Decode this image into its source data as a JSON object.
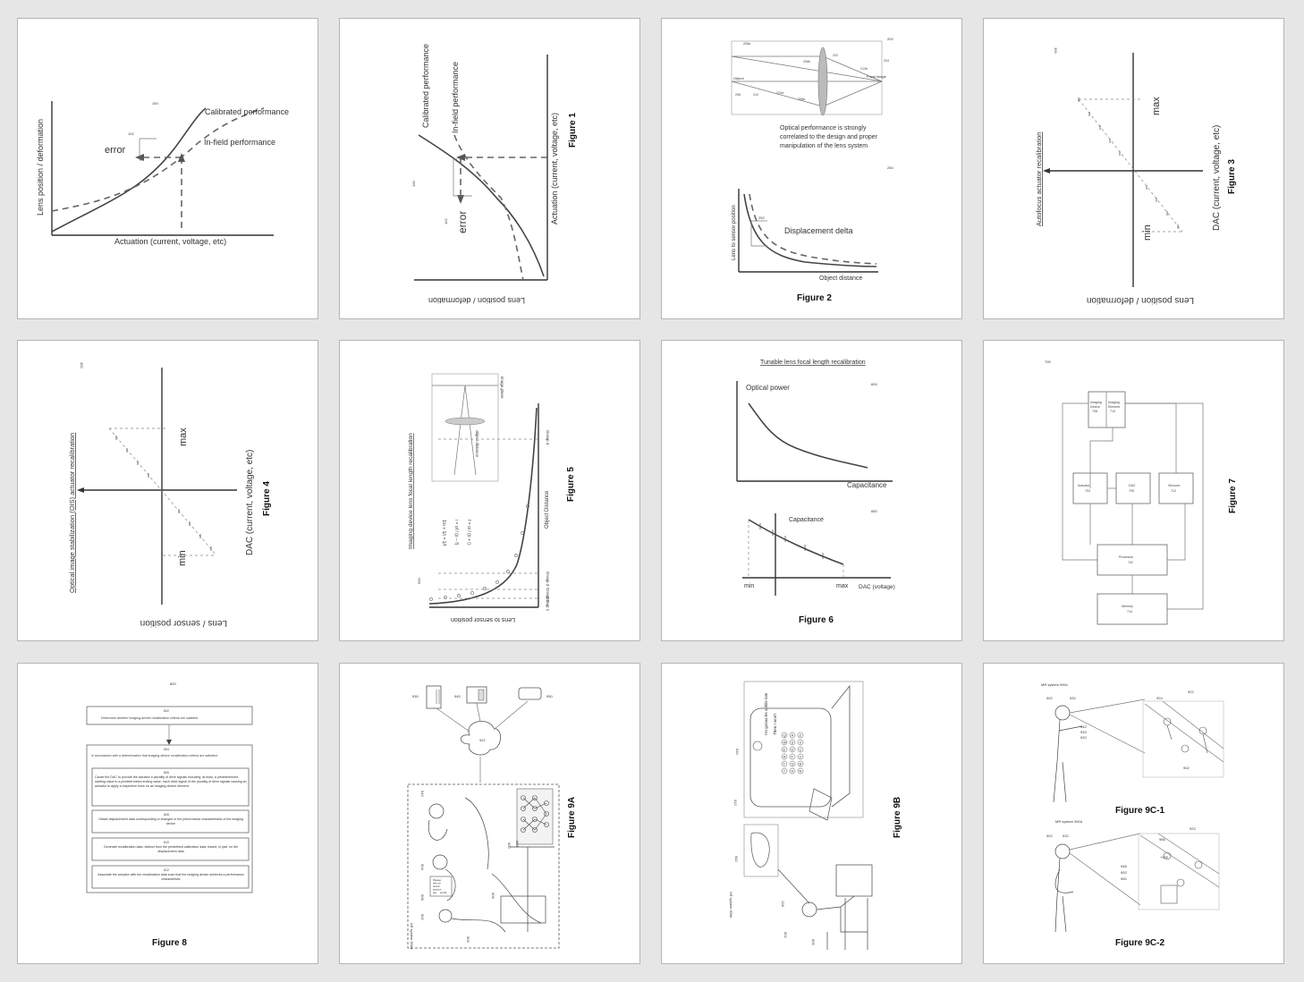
{
  "fig1a": {
    "ref": "100",
    "calibrated": "Calibrated performance",
    "infield": "In-field performance",
    "error": "error",
    "err_ref": "102",
    "ylabel": "Lens position / deformation",
    "xlabel": "Actuation (current, voltage, etc)"
  },
  "fig1b": {
    "calibrated": "Calibrated performance",
    "infield": "In-field performance",
    "error": "error",
    "err_ref": "102",
    "ref": "100",
    "actuation": "Actuation (current, voltage, etc)",
    "caption": "Figure 1",
    "lens": "Lens position / deformation"
  },
  "fig2": {
    "ref_top": "202",
    "object": "Object",
    "focal": "Focal image",
    "note1": "Optical performance is strongly",
    "note2": "correlated to the design and proper",
    "note3": "manipulation of the lens system",
    "ref_bottom": "250",
    "ylabel": "Lens to sensor position",
    "xlabel": "Object distance",
    "delta": "Displacement delta",
    "delta_ref": "252",
    "caption": "Figure 2",
    "part_labels": [
      "208a",
      "208b",
      "202",
      "212b",
      "204",
      "206",
      "212",
      "210a",
      "208a"
    ]
  },
  "fig3": {
    "ref": "300",
    "side": "Autofocus actuator recalibration",
    "max": "max",
    "min": "min",
    "dac": "DAC (current, voltage, etc)",
    "caption": "Figure 3",
    "lens": "Lens position / deformation"
  },
  "fig4": {
    "ref": "400",
    "side": "Optical image stabilization (OIS) actuator recalibration",
    "max": "max",
    "min": "min",
    "dac": "DAC (current, voltage, etc)",
    "caption": "Figure 4",
    "lens": "Lens / sensor position"
  },
  "fig5": {
    "title": "Imaging device lens focal length recalibration",
    "ref": "500",
    "image_plane": "image plane",
    "object_distance_small": "object distance",
    "f1": "1/o + 1/i = 1/f",
    "f2": "i = of / (o − f)",
    "f3": "f = oi / (o + i)",
    "object_distance": "Object Distance",
    "lens_sensor": "Lens to sensor position",
    "groups": [
      "Group 1",
      "Group 2",
      "Group 3",
      "Group 4"
    ],
    "caption": "Figure 5"
  },
  "fig6": {
    "title": "Tunable lens focal length recalibration",
    "ref_top": "600",
    "optical": "Optical power",
    "capacitance": "Capacitance",
    "ref_bottom": "650",
    "cap2": "Capacitance",
    "min": "min",
    "max": "max",
    "dac": "DAC (voltage)",
    "caption": "Figure 6"
  },
  "fig7": {
    "ref": "700",
    "imaging": [
      "Imaging",
      "Device",
      "708"
    ],
    "imaging_el": [
      "Imaging",
      "Element",
      "710"
    ],
    "actuator": [
      "Actuator",
      "703"
    ],
    "dac": [
      "DAC",
      "705"
    ],
    "sensors": [
      "Sensors",
      "712"
    ],
    "processor": [
      "Processor",
      "702"
    ],
    "memory": [
      "Memory",
      "714"
    ],
    "caption": "Figure 7"
  },
  "fig8": {
    "ref": "800",
    "b802n": "802",
    "b802": "Determine whether imaging-device recalibration criteria are satisfied",
    "b804n": "804",
    "b804": "In accordance with a determination that imaging-device recalibration criteria are satisfied:",
    "b806n": "806",
    "b806": "Cause the DAC to provide the actuator a plurality of drive signals including, at least, a predetermined starting value to a predetermined ending value, each drive signal of the plurality of drive signals causing an actuator to apply a respective force on an imaging-device element",
    "b808n": "808",
    "b808": "Obtain displacement data corresponding to changes to the performance characteristics of the imaging device",
    "b810n": "810",
    "b810": "Generate recalibration data, distinct from the predefined calibration data, based, in part, on the displacement data",
    "b812n": "812",
    "b812": "Associate the actuator with the recalibration data such that the imaging device achieves a performance characteristic",
    "caption": "Figure 8"
  },
  "fig9a": {
    "caption": "Figure 9A",
    "refs": [
      "930",
      "940",
      "950",
      "922",
      "942",
      "904",
      "908",
      "902",
      "905",
      "906",
      "900",
      "958"
    ],
    "label": "AR system 900a",
    "speech": [
      "Please",
      "tell me",
      "which",
      "actions",
      "are",
      "worth..."
    ]
  },
  "fig9b": {
    "caption": "Figure 9B",
    "label": "XR system 900b",
    "typed1": "I'm gonna be a little late",
    "typed2": "Then I won't",
    "keys": [
      [
        "Q",
        "W",
        "E",
        "R",
        "T",
        "Y"
      ],
      [
        "A",
        "S",
        "D",
        "F",
        "G",
        "H"
      ],
      [
        "Z",
        "X",
        "C",
        "V",
        "B",
        "N"
      ]
    ],
    "refs": [
      "910",
      "912",
      "942",
      "128",
      "902",
      "905"
    ]
  },
  "fig9c1": {
    "label": "MR system 900c",
    "caption": "Figure 9C-1",
    "refs": [
      "902",
      "932",
      "924",
      "922",
      "942",
      "933",
      "920",
      "902"
    ]
  },
  "fig9c2": {
    "label": "MR system 900d",
    "caption": "Figure 9C-2",
    "refs": [
      "902",
      "932",
      "922",
      "966",
      "+930",
      "948",
      "952",
      "950"
    ]
  }
}
